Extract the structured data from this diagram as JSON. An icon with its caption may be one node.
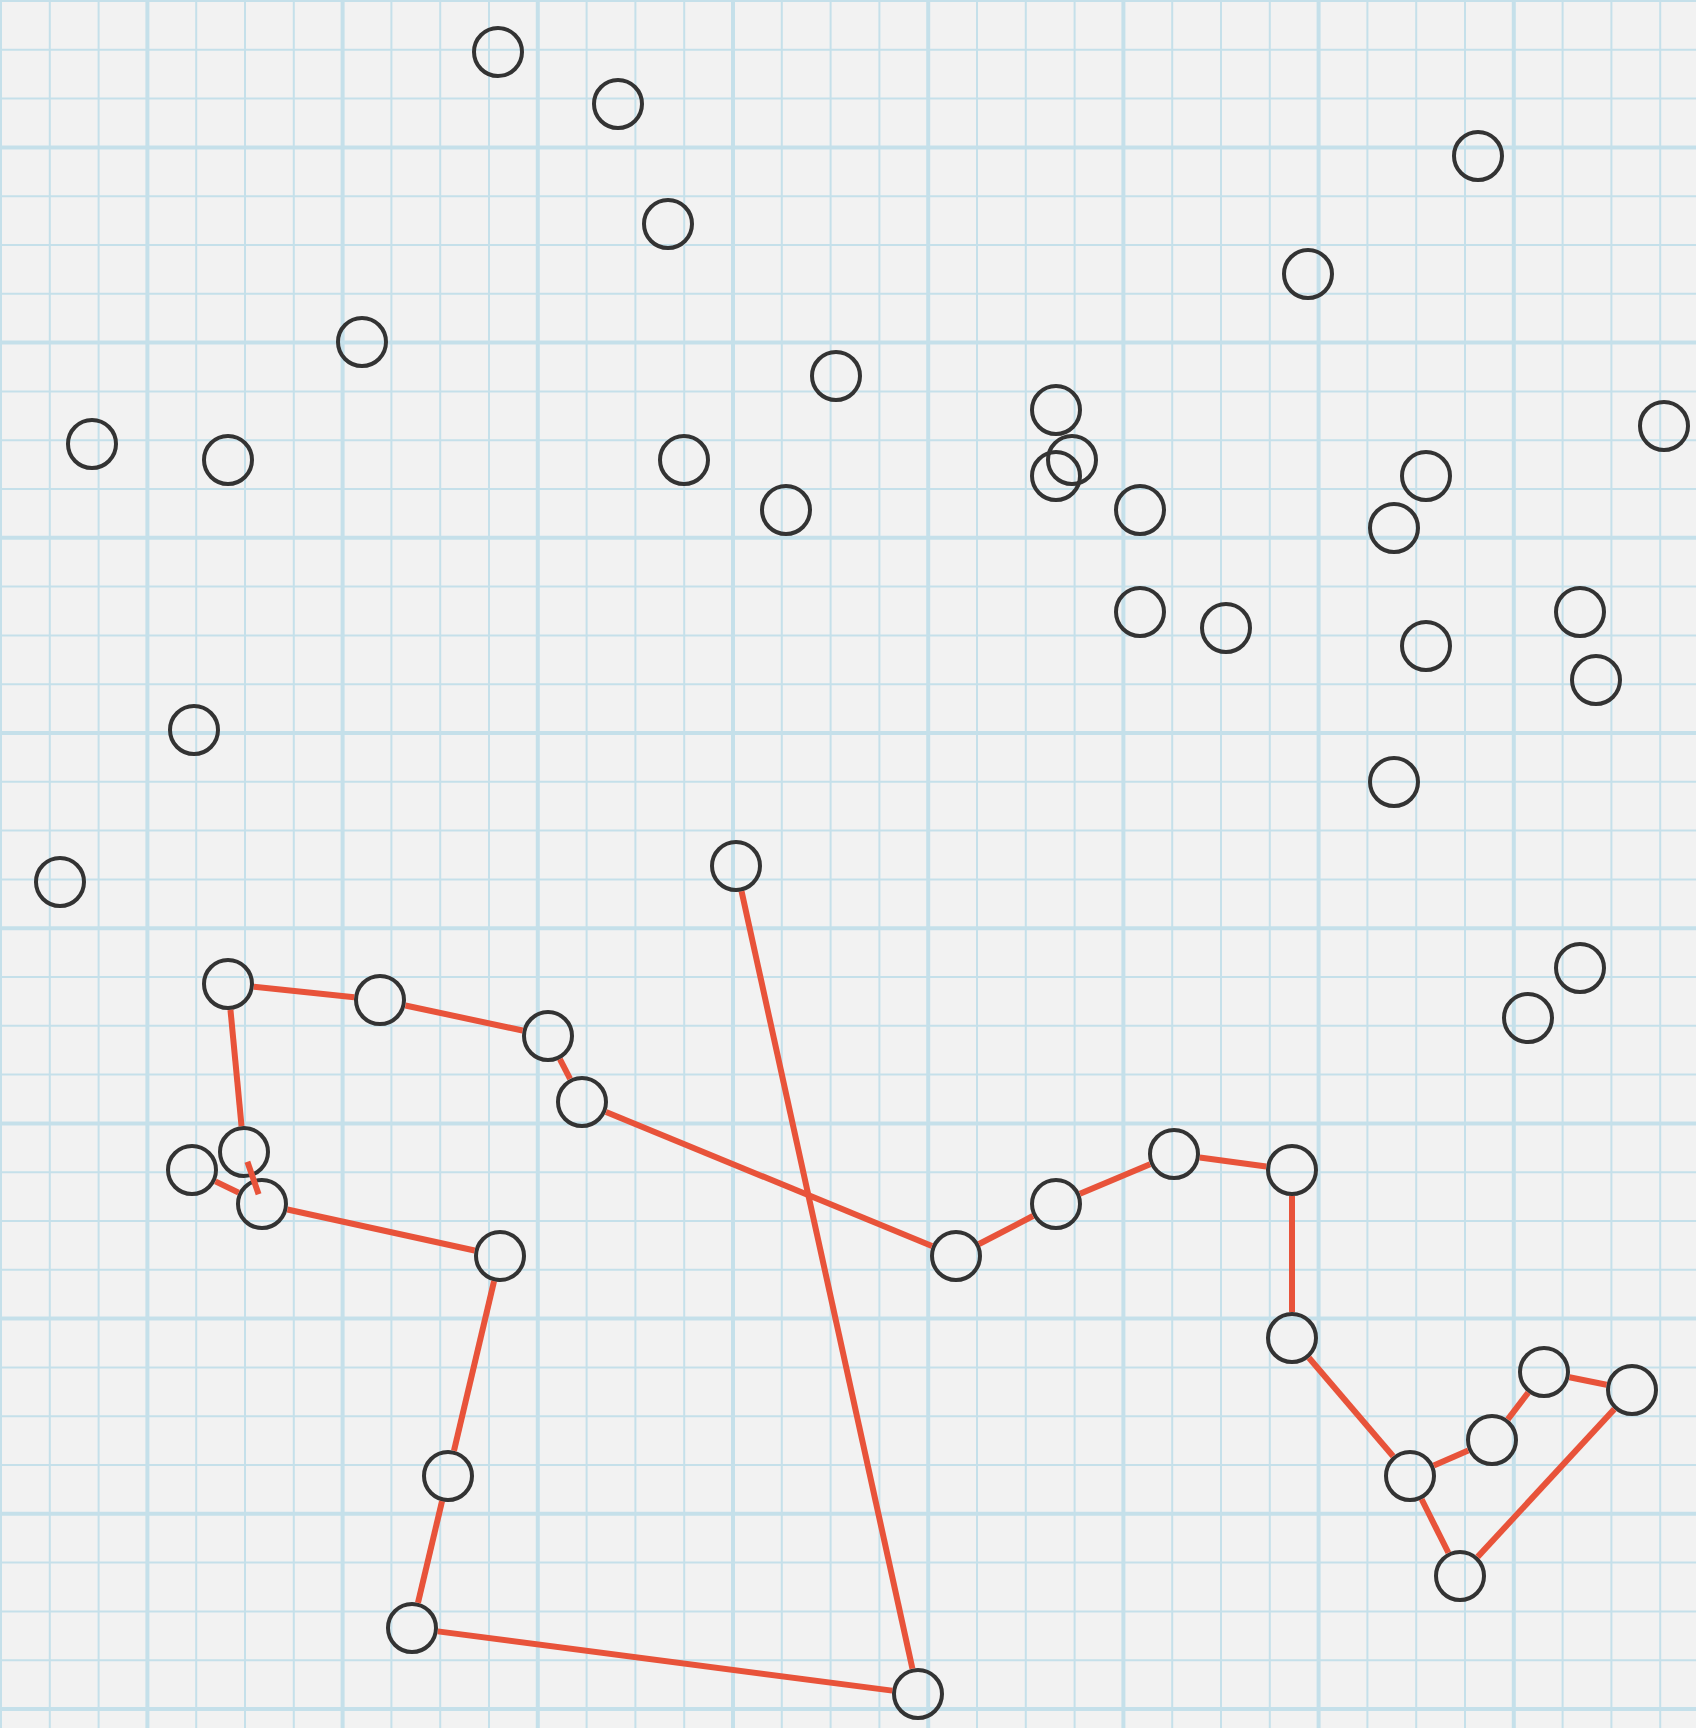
{
  "diagram": {
    "nodes": [
      {
        "text": [],
        "shape": "circle"
      },
      {
        "text": [],
        "shape": "circle"
      },
      {
        "text": [],
        "shape": "circle"
      },
      {
        "text": [],
        "shape": "circle"
      },
      {
        "text": [],
        "shape": "circle"
      },
      {
        "text": [],
        "shape": "circle"
      },
      {
        "text": [],
        "shape": "circle"
      },
      {
        "text": [],
        "shape": "circle"
      },
      {
        "text": [],
        "shape": "circle"
      },
      {
        "text": [],
        "shape": "circle"
      },
      {
        "text": [],
        "shape": "circle"
      },
      {
        "text": [],
        "shape": "circle"
      },
      {
        "text": [],
        "shape": "circle"
      },
      {
        "text": [],
        "shape": "circle"
      },
      {
        "text": [],
        "shape": "circle"
      },
      {
        "text": [],
        "shape": "circle"
      },
      {
        "text": [],
        "shape": "circle"
      },
      {
        "text": [],
        "shape": "circle"
      },
      {
        "text": [],
        "shape": "circle"
      },
      {
        "text": [],
        "shape": "circle"
      },
      {
        "text": [],
        "shape": "circle"
      },
      {
        "text": [],
        "shape": "circle"
      },
      {
        "text": [],
        "shape": "circle"
      },
      {
        "text": [],
        "shape": "circle"
      },
      {
        "text": [],
        "shape": "circle"
      },
      {
        "text": [],
        "shape": "circle"
      },
      {
        "text": [],
        "shape": "circle"
      },
      {
        "text": [],
        "shape": "circle"
      },
      {
        "text": [],
        "shape": "circle"
      },
      {
        "text": [],
        "shape": "circle"
      },
      {
        "text": [],
        "shape": "circle"
      },
      {
        "text": [],
        "shape": "circle"
      },
      {
        "text": [],
        "shape": "circle"
      },
      {
        "text": [],
        "shape": "circle"
      },
      {
        "text": [],
        "shape": "circle"
      },
      {
        "text": [],
        "shape": "circle"
      },
      {
        "text": [],
        "shape": "circle"
      },
      {
        "text": [],
        "shape": "circle"
      },
      {
        "text": [],
        "shape": "circle"
      },
      {
        "text": [],
        "shape": "circle"
      },
      {
        "text": [],
        "shape": "circle"
      },
      {
        "text": [],
        "shape": "circle"
      },
      {
        "text": [],
        "shape": "circle"
      },
      {
        "text": [],
        "shape": "circle"
      },
      {
        "text": [],
        "shape": "circle"
      },
      {
        "text": [],
        "shape": "circle"
      },
      {
        "text": [],
        "shape": "circle"
      },
      {
        "text": [],
        "shape": "circle"
      },
      {
        "text": [],
        "shape": "circle"
      },
      {
        "text": [],
        "shape": "circle"
      }
    ],
    "edges": [
      {
        "from": 25,
        "to": 49,
        "arrow": "none"
      },
      {
        "from": 49,
        "to": 48,
        "arrow": "none"
      },
      {
        "from": 48,
        "to": 45,
        "arrow": "none"
      },
      {
        "from": 45,
        "to": 39,
        "arrow": "none"
      },
      {
        "from": 39,
        "to": 37,
        "arrow": "none"
      },
      {
        "from": 37,
        "to": 35,
        "arrow": "none"
      },
      {
        "from": 28,
        "to": 33,
        "arrow": "none"
      },
      {
        "from": 33,
        "to": 37,
        "arrow": "none"
      },
      {
        "from": 28,
        "to": 29,
        "arrow": "none"
      },
      {
        "from": 29,
        "to": 31,
        "arrow": "none"
      },
      {
        "from": 31,
        "to": 32,
        "arrow": "none"
      },
      {
        "from": 32,
        "to": 40,
        "arrow": "none"
      },
      {
        "from": 40,
        "to": 38,
        "arrow": "none"
      },
      {
        "from": 38,
        "to": 34,
        "arrow": "none"
      },
      {
        "from": 34,
        "to": 36,
        "arrow": "none"
      },
      {
        "from": 36,
        "to": 41,
        "arrow": "none"
      },
      {
        "from": 41,
        "to": 46,
        "arrow": "none"
      },
      {
        "from": 46,
        "to": 47,
        "arrow": "none"
      },
      {
        "from": 47,
        "to": 43,
        "arrow": "none"
      },
      {
        "from": 43,
        "to": 42,
        "arrow": "none"
      },
      {
        "from": 42,
        "to": 44,
        "arrow": "none"
      },
      {
        "from": 44,
        "to": 46,
        "arrow": "none"
      }
    ]
  }
}
